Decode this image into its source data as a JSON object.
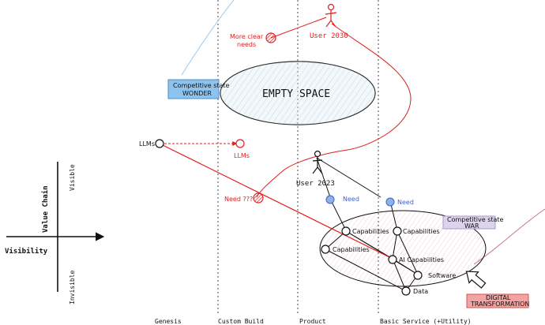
{
  "stages": [
    "Genesis",
    "Custom Build",
    "Product",
    "Basic Service (+Utility)"
  ],
  "axes": {
    "value_chain": "Value Chain",
    "visible": "Visible",
    "invisible": "Invisible",
    "visibility": "Visibility"
  },
  "users": {
    "user_2030": "User 2030",
    "user_2023": "User 2023"
  },
  "labels": {
    "more_clear": "More clear",
    "needs": "needs",
    "empty_space": "EMPTY SPACE",
    "llms_left": "LLMs",
    "llms_right": "LLMs",
    "need_q": "Need ???",
    "need_1": "Need",
    "need_2": "Need",
    "capabilities_1": "Capabilities",
    "capabilities_2": "Capabilities",
    "capabilities_3": "Capabilities",
    "ai_capabilities": "AI Capabilities",
    "software": "Software",
    "data": "Data"
  },
  "boxes": {
    "wonder_line1": "Competitive state",
    "wonder_line2": "WONDER",
    "war_line1": "Competitive state",
    "war_line2": "WAR",
    "digital_line1": "DIGITAL",
    "digital_line2": "TRANSFORMATION"
  },
  "colors": {
    "red": "#e01e1e",
    "blue_node": "#8fb2e6",
    "wonder_box": "#8ec3ee",
    "war_box": "#ddd3ee",
    "digital_box": "#f4a3a3"
  }
}
